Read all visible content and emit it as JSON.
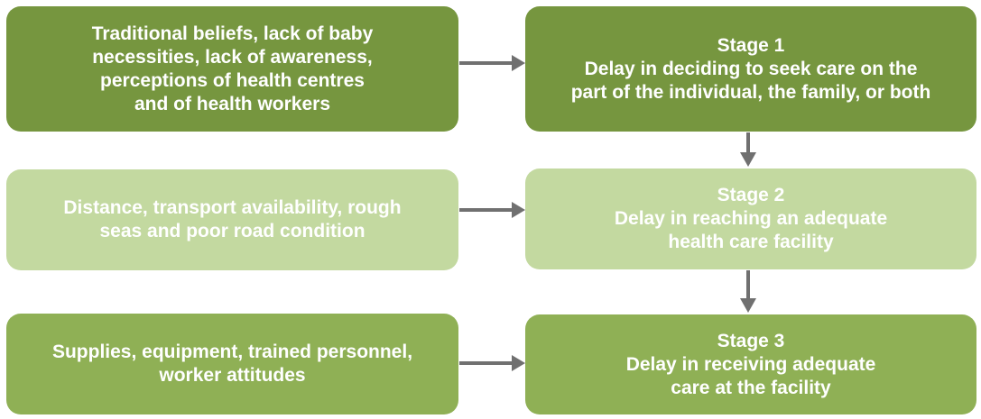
{
  "rows": [
    {
      "cause_lines": [
        "Traditional beliefs, lack of baby",
        "necessities, lack of awareness,",
        "perceptions of health centres",
        "and of health workers"
      ],
      "stage_title": "Stage 1",
      "stage_lines": [
        "Delay in deciding to seek care on the",
        "part of the individual, the family, or both"
      ]
    },
    {
      "cause_lines": [
        "Distance, transport availability, rough",
        "seas and poor road condition"
      ],
      "stage_title": "Stage 2",
      "stage_lines": [
        "Delay in reaching an adequate",
        "health care facility"
      ]
    },
    {
      "cause_lines": [
        "Supplies, equipment, trained personnel,",
        "worker attitudes"
      ],
      "stage_title": "Stage 3",
      "stage_lines": [
        "Delay in receiving adequate",
        "care at the facility"
      ]
    }
  ],
  "colors": {
    "row1": "#76963f",
    "row2": "#c3d9a0",
    "row3": "#8fb055",
    "arrow": "#707070",
    "text": "#ffffff"
  }
}
